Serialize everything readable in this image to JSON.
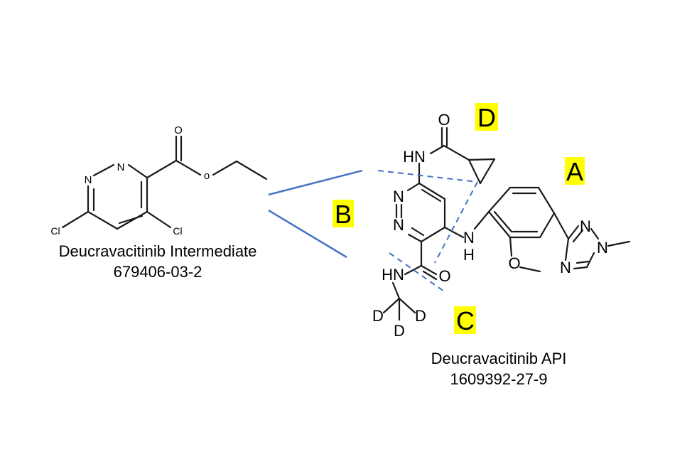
{
  "intermediate": {
    "name": "Deucravacitinib Intermediate",
    "cas": "679406-03-2",
    "atoms": {
      "o_carbonyl": "O",
      "o_ester": "o",
      "n1": "N",
      "n2": "N",
      "cl1": "Cl",
      "cl2": "Cl"
    }
  },
  "api": {
    "name": "Deucravacitinib API",
    "cas": "1609392-27-9",
    "atoms": {
      "o_top": "O",
      "hn_top": "HN",
      "n_pyr1": "N",
      "n_pyr2": "N",
      "n_amine": "N",
      "h_amine": "H",
      "o_methoxy": "O",
      "n_tri1": "N",
      "n_tri2": "N",
      "n_tri3": "N",
      "hn_bottom": "HN",
      "o_amide": "O",
      "d1": "D",
      "d2": "D",
      "d3": "D"
    }
  },
  "regions": [
    "A",
    "B",
    "C",
    "D"
  ],
  "colors": {
    "highlight": "#ffff00",
    "connector": "#4472c4",
    "bond": "#1a1a1a"
  }
}
